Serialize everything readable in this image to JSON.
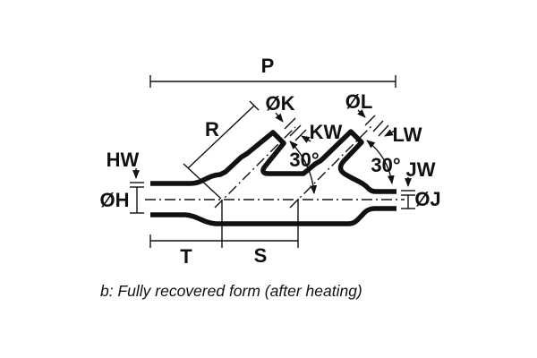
{
  "figure": {
    "caption": "b: Fully recovered form (after heating)",
    "colors": {
      "ink": "#111111",
      "background": "#ffffff"
    },
    "labels": {
      "overall_length_p": "P",
      "branch_length_r": "R",
      "branch1_diameter_k": "ØK",
      "branch1_wall_kw": "KW",
      "branch1_angle": "30°",
      "branch2_diameter_l": "ØL",
      "branch2_wall_lw": "LW",
      "branch2_angle": "30°",
      "inlet_wall_hw": "HW",
      "inlet_diameter_h": "ØH",
      "outlet_wall_jw": "JW",
      "outlet_diameter_j": "ØJ",
      "length_t": "T",
      "length_s": "S"
    }
  }
}
